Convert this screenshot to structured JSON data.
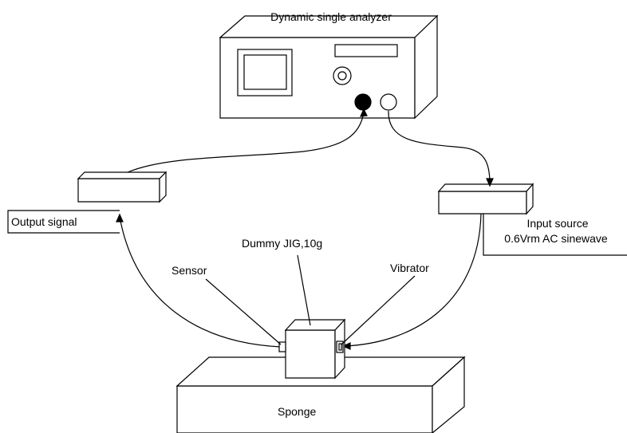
{
  "labels": {
    "analyzer": "Dynamic single analyzer",
    "output_signal": "Output signal",
    "input_source_line1": "Input source",
    "input_source_line2": "0.6Vrm AC sinewave",
    "dummy_jig": "Dummy JIG,10g",
    "sensor": "Sensor",
    "vibrator": "Vibrator",
    "sponge": "Sponge"
  },
  "colors": {
    "stroke": "#000000",
    "connector_filled": "#000000",
    "background": "#ffffff"
  }
}
